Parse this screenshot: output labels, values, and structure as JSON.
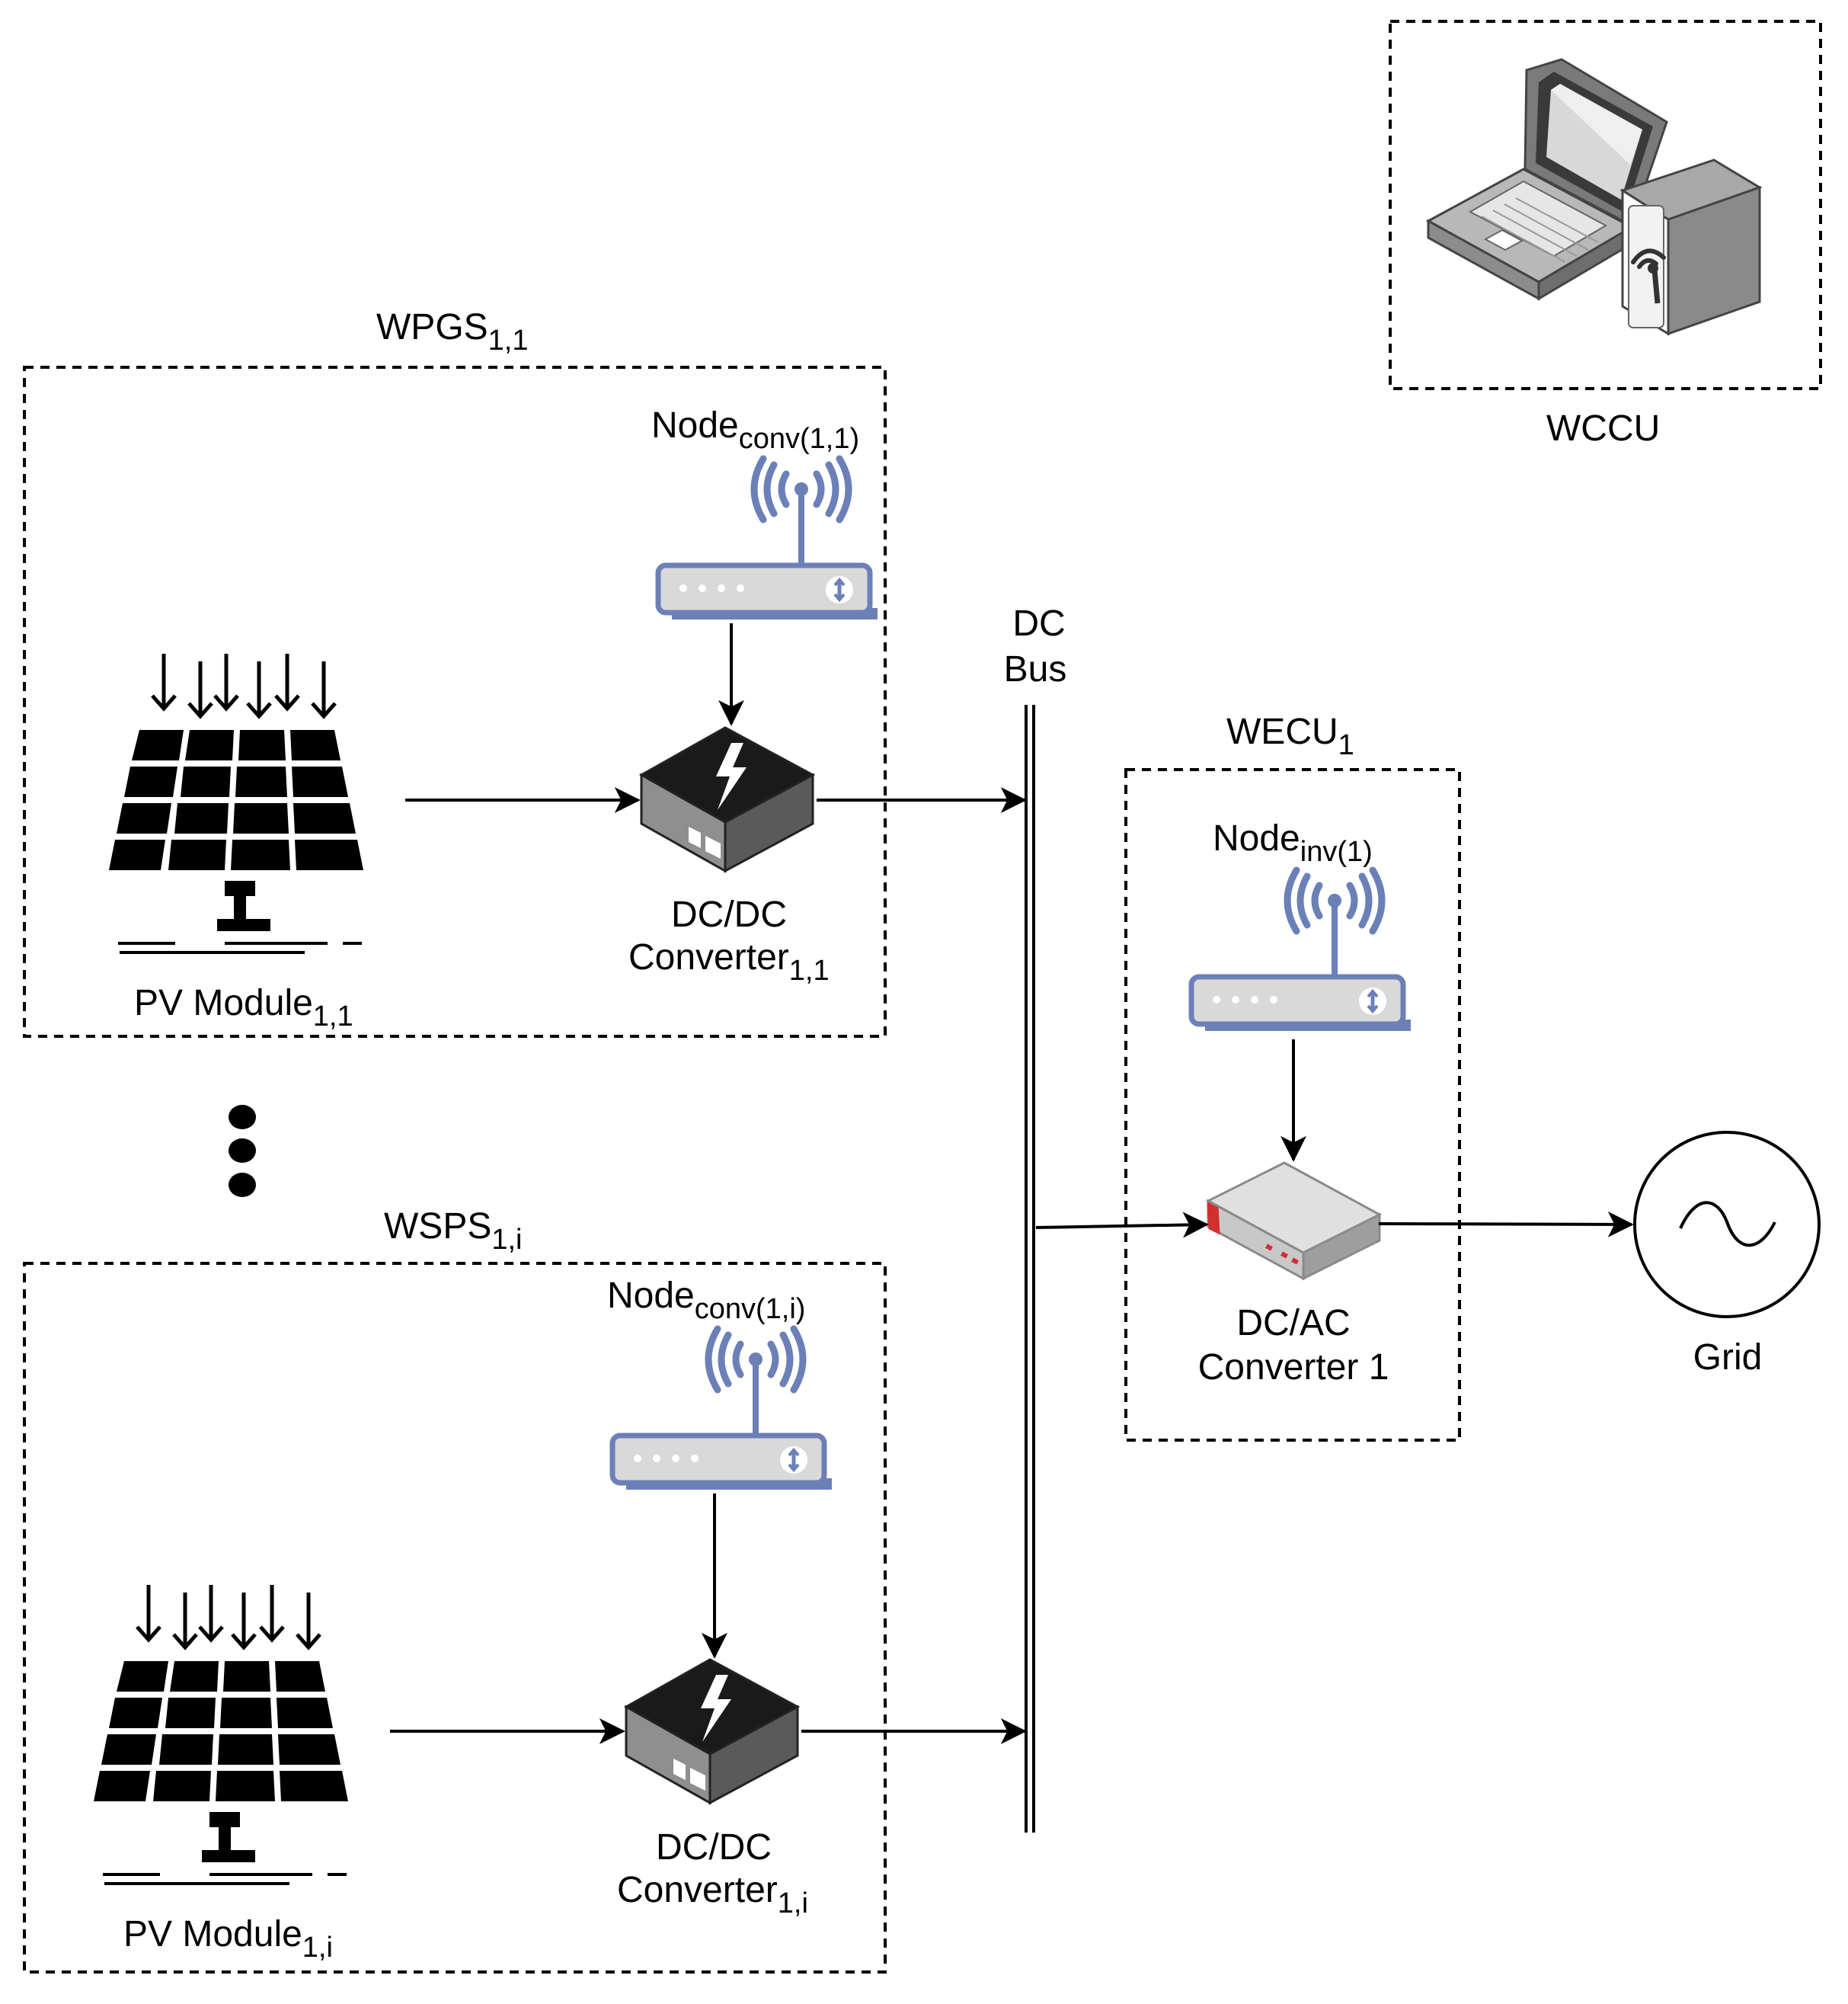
{
  "groups": {
    "wpgs": {
      "name": "WPGS",
      "sub": "1,1"
    },
    "wsps": {
      "name": "WSPS",
      "sub": "1,i"
    },
    "wecu": {
      "name": "WECU",
      "sub": "1"
    },
    "wccu": {
      "name": "WCCU"
    }
  },
  "nodes": {
    "conv_1_1": {
      "name": "Node",
      "sub": "conv(1,1)"
    },
    "conv_1_i": {
      "name": "Node",
      "sub": "conv(1,i)"
    },
    "inv_1": {
      "name": "Node",
      "sub": "inv(1)"
    }
  },
  "pv_modules": {
    "pv_1_1": {
      "name": "PV Module",
      "sub": "1,1"
    },
    "pv_1_i": {
      "name": "PV Module",
      "sub": "1,i"
    }
  },
  "converters": {
    "dcdc_1_1": {
      "line1": "DC/DC",
      "line2": "Converter",
      "sub": "1,1"
    },
    "dcdc_1_i": {
      "line1": "DC/DC",
      "line2": "Converter",
      "sub": "1,i"
    },
    "dcac_1": {
      "line1": "DC/AC",
      "line2": "Converter 1"
    }
  },
  "bus": {
    "line1": "DC",
    "line2": "Bus"
  },
  "grid": {
    "label": "Grid"
  },
  "colors": {
    "router_blue": "#6c80b8",
    "router_body": "#d9d9d9",
    "inverter_red": "#d32f2f"
  }
}
